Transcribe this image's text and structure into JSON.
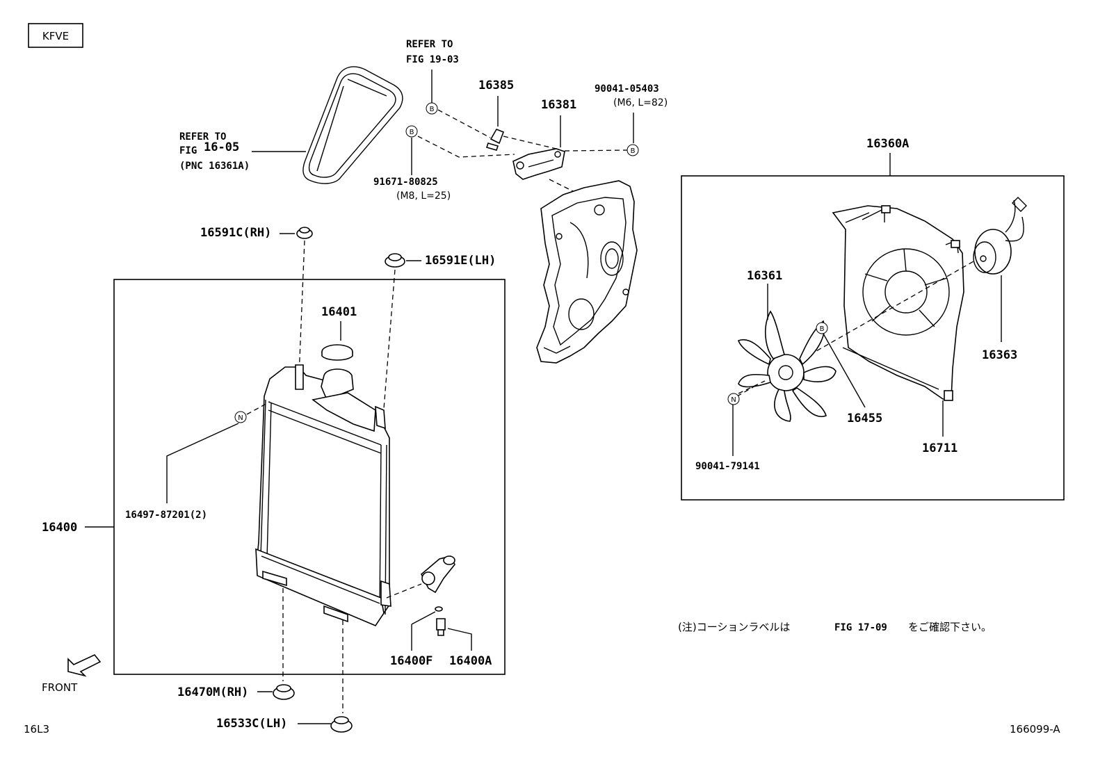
{
  "engine_code": "KFVE",
  "labels": {
    "refer_19_03_line1": "REFER TO",
    "refer_19_03_line2": "FIG 19-03",
    "p16385": "16385",
    "p16381": "16381",
    "p90041_05403": "90041-05403",
    "p90041_05403_spec": "(M6, L=82)",
    "refer_16_05_line1": "REFER TO",
    "refer_16_05_line2a": "FIG",
    "refer_16_05_line2b": "16-05",
    "refer_16_05_line3": "(PNC 16361A)",
    "p91671_80825": "91671-80825",
    "p91671_80825_spec": "(M8, L=25)",
    "p16360a": "16360A",
    "p16591c": "16591C(RH)",
    "p16591e": "16591E(LH)",
    "p16401": "16401",
    "p16361": "16361",
    "p16363": "16363",
    "p16455": "16455",
    "p16711": "16711",
    "p90041_79141": "90041-79141",
    "p16497": "16497-87201(2)",
    "p16400": "16400",
    "p16400f": "16400F",
    "p16400a": "16400A",
    "p16470m": "16470M(RH)",
    "p16533c": "16533C(LH)",
    "front": "FRONT",
    "code_left": "16L3",
    "code_right": "166099-A",
    "note_prefix": "(注)コーションラベルは",
    "note_fig": "FIG 17-09",
    "note_suffix": "をご確認下さい。"
  },
  "callouts": {
    "b": "B",
    "n": "N"
  }
}
